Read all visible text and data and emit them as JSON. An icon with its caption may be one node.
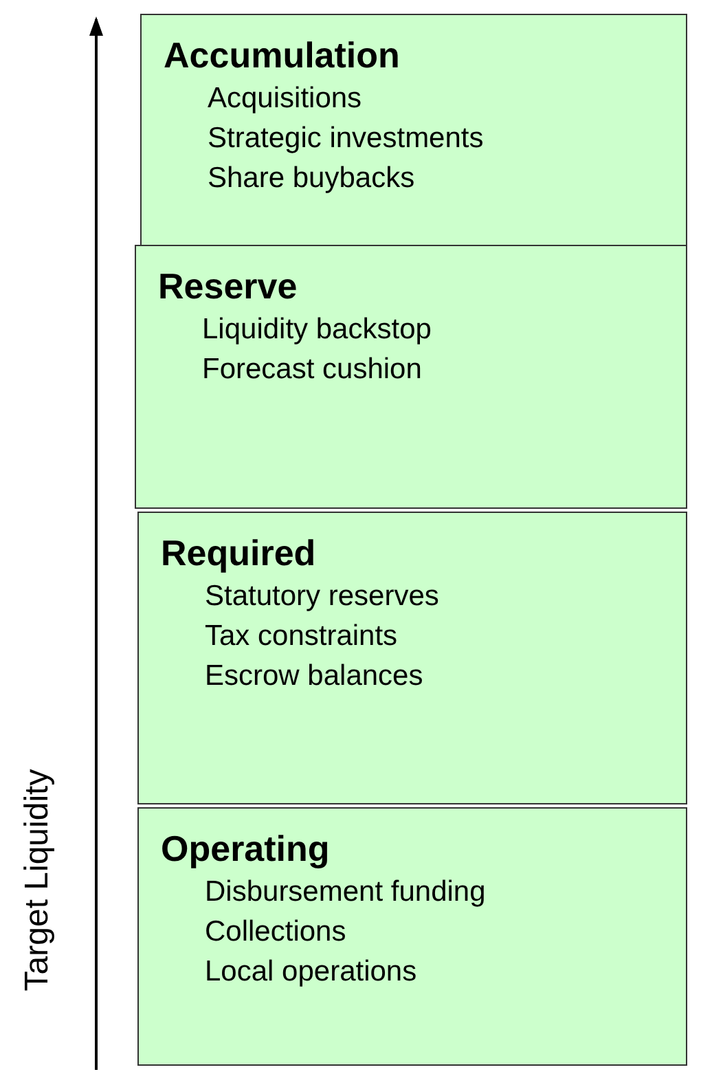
{
  "diagram": {
    "nodes": [
      {
        "text": [
          "Accumulation",
          "Acquisitions",
          "Strategic investments",
          "Share buybacks"
        ]
      },
      {
        "text": [
          "Reserve",
          "Liquidity backstop",
          "Forecast cushion"
        ]
      },
      {
        "text": [
          "Required",
          "Statutory reserves",
          "Tax constraints",
          "Escrow balances"
        ]
      },
      {
        "text": [
          "Operating",
          "Disbursement funding",
          "Collections",
          "Local operations"
        ]
      }
    ],
    "labels": [
      "Target Liquidity"
    ]
  }
}
